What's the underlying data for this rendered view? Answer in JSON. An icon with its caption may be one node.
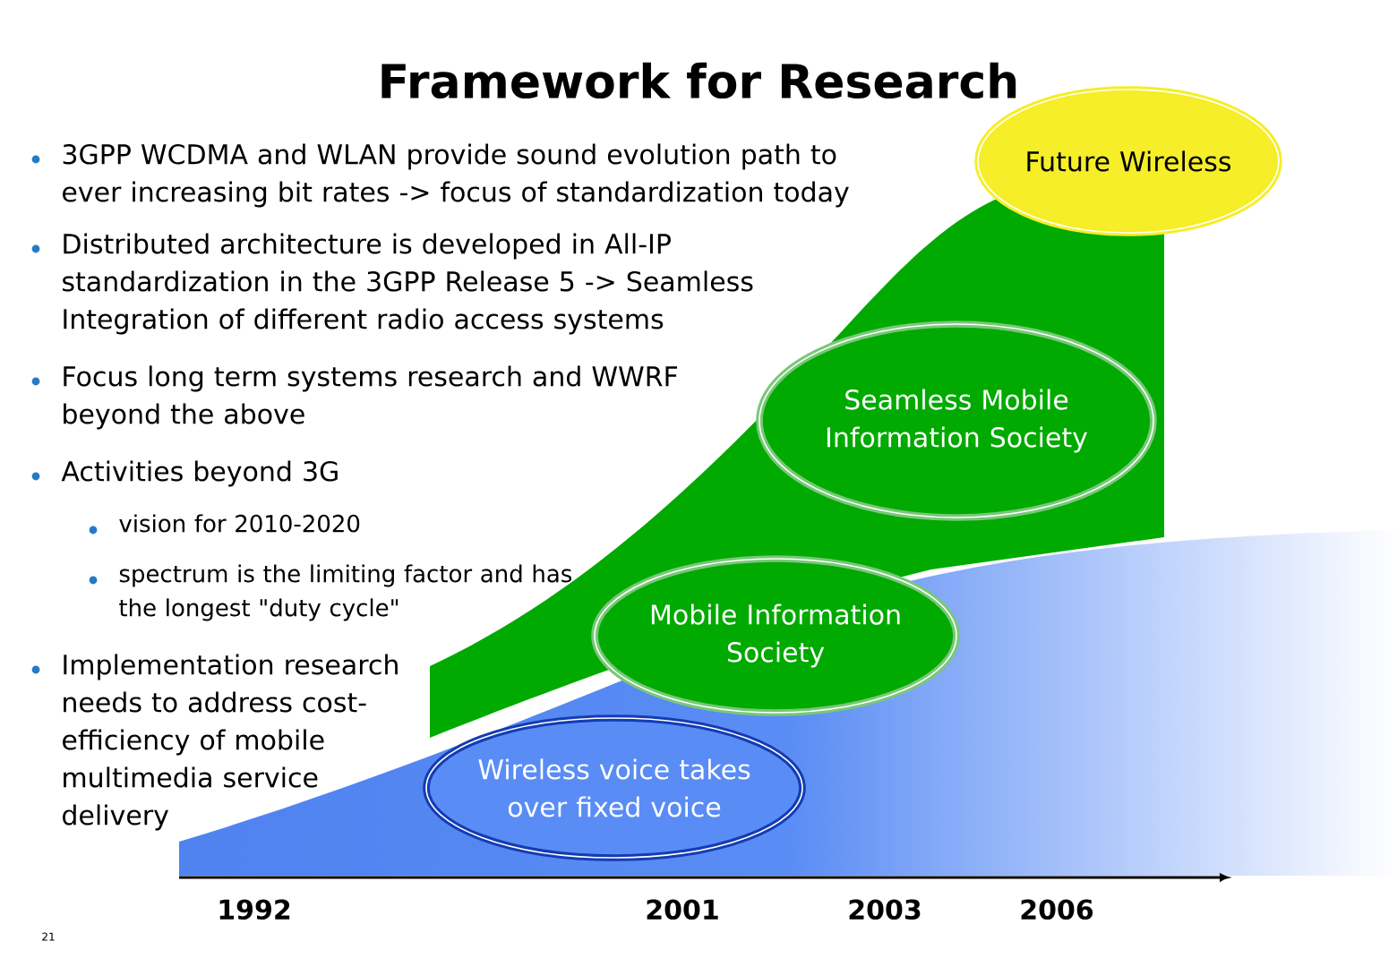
{
  "diagram": {
    "title": "Framework for Research",
    "nodes": [
      {
        "text": [
          "Future Wireless"
        ]
      },
      {
        "text": [
          "Seamless Mobile Information Society"
        ]
      },
      {
        "text": [
          "Mobile Information Society"
        ]
      },
      {
        "text": [
          "Wireless voice takes over fixed voice"
        ]
      }
    ],
    "labels": [
      "3GPP WCDMA and WLAN provide sound evolution path to ever increasing bit rates -> focus of standardization today",
      "Distributed architecture is developed in All-IP standardization in the 3GPP Release 5 -> Seamless Integration of different radio access systems",
      "Focus long term systems research and WWRF beyond the above",
      "Activities beyond 3G",
      "vision for 2010-2020",
      "spectrum is the limiting factor and has the longest \"duty cycle\"",
      "Implementation research needs to address cost-efficiency of mobile multimedia service delivery",
      "1992",
      "2001",
      "2003",
      "2006",
      "21"
    ]
  }
}
